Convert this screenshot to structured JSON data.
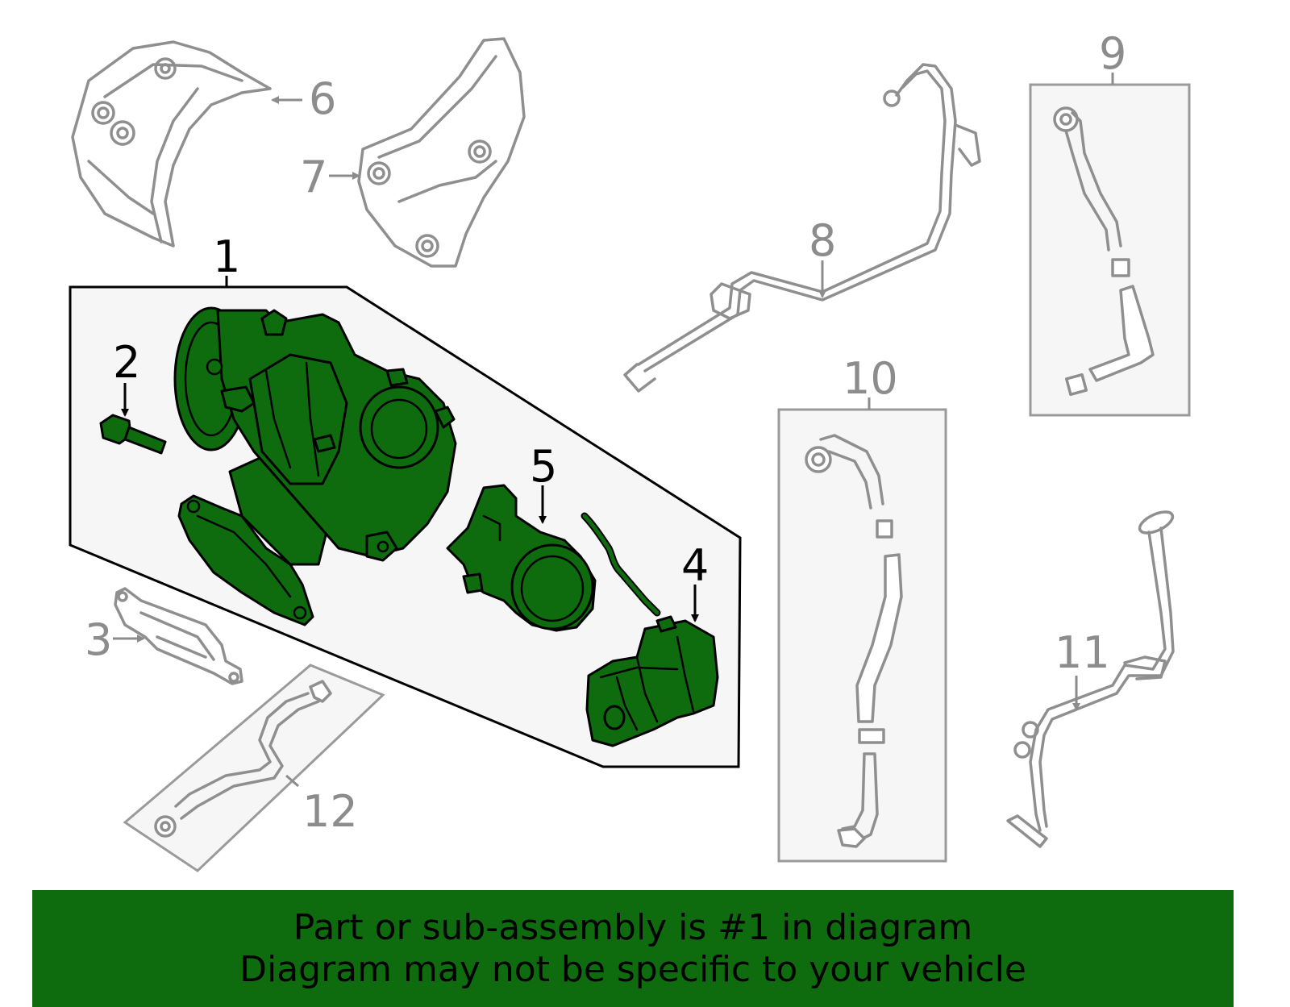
{
  "colors": {
    "highlight": "#0e6b0e",
    "banner": "#0e6b0e",
    "ghost_line": "#8f8f8f",
    "box_fill": "#f6f6f6"
  },
  "callouts": {
    "c1": "1",
    "c2": "2",
    "c3": "3",
    "c4": "4",
    "c5": "5",
    "c6": "6",
    "c7": "7",
    "c8": "8",
    "c9": "9",
    "c10": "10",
    "c11": "11",
    "c12": "12"
  },
  "highlighted_part": "1",
  "footer": {
    "line1": "Part or sub-assembly is #1 in diagram",
    "line2": "Diagram may not be specific to your vehicle"
  }
}
